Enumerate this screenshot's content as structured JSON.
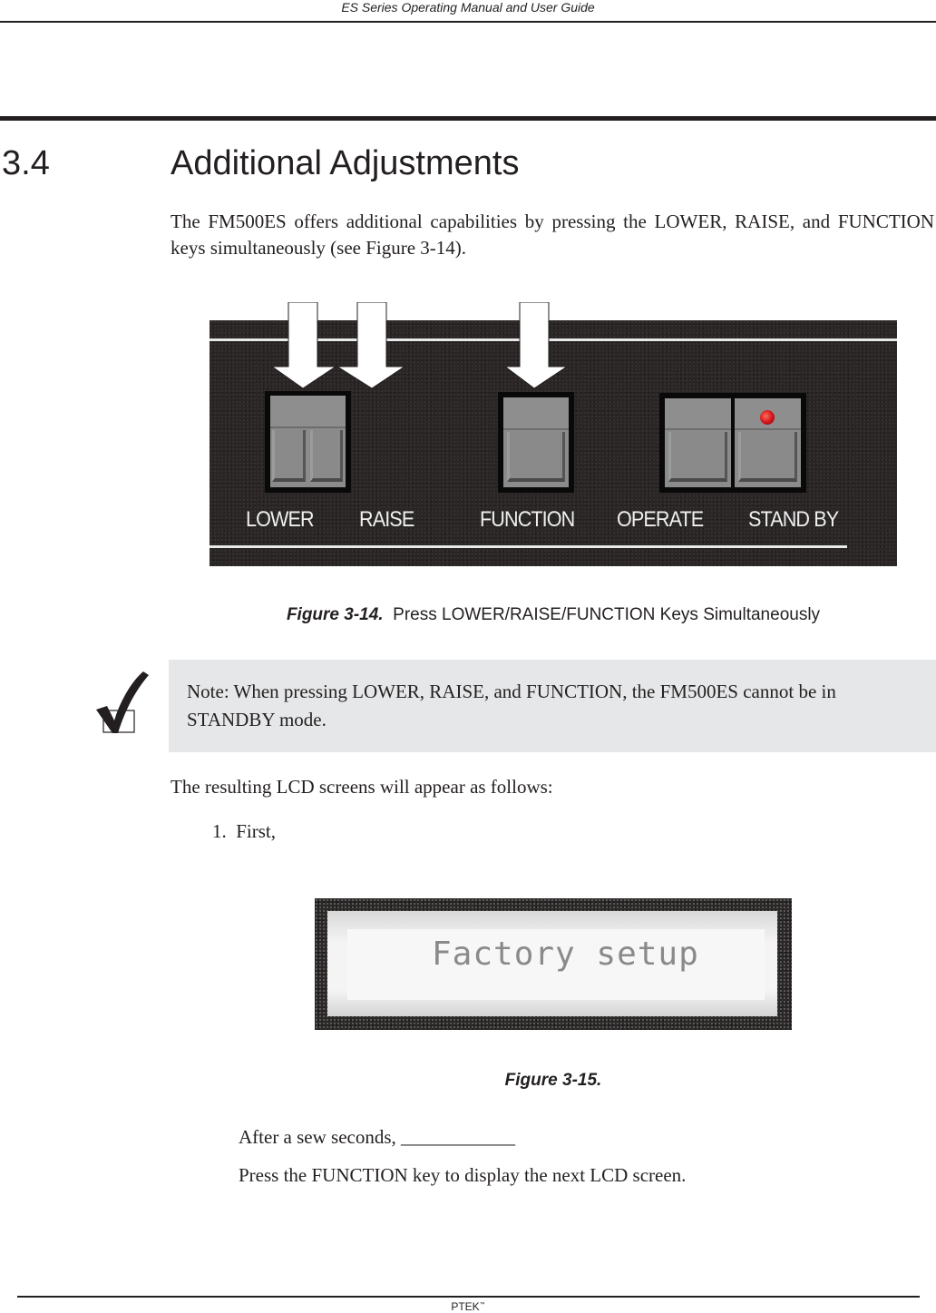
{
  "header": {
    "running_title": "ES Series Operating Manual and User Guide"
  },
  "section": {
    "number": "3.4",
    "title": "Additional Adjustments",
    "intro": "The FM500ES offers additional capabilities by pressing the LOWER, RAISE, and FUNCTION keys simultaneously (see Figure 3-14)."
  },
  "figure_3_14": {
    "panel_labels": [
      "LOWER",
      "RAISE",
      "FUNCTION",
      "OPERATE",
      "STAND BY"
    ],
    "arrow_targets": [
      "LOWER",
      "RAISE",
      "FUNCTION"
    ],
    "caption_label": "Figure 3-14.",
    "caption_text": "Press LOWER/RAISE/FUNCTION Keys Simultaneously",
    "led_color": "#d0121a"
  },
  "note": {
    "icon": "checkmark-icon",
    "text": "Note:  When pressing LOWER, RAISE, and FUNCTION, the FM500ES cannot be in STANDBY mode.",
    "background": "#e6e7e8"
  },
  "body": {
    "resulting": "The resulting LCD screens will appear as follows:",
    "step1": "1.  First,"
  },
  "figure_3_15": {
    "lcd_text": "Factory setup",
    "caption_label": "Figure 3-15."
  },
  "after_text": "After a sew seconds, ____________",
  "press_text": "Press the FUNCTION key to display the next LCD screen.",
  "footer": {
    "brand": "PTEK",
    "trademark": "™"
  }
}
